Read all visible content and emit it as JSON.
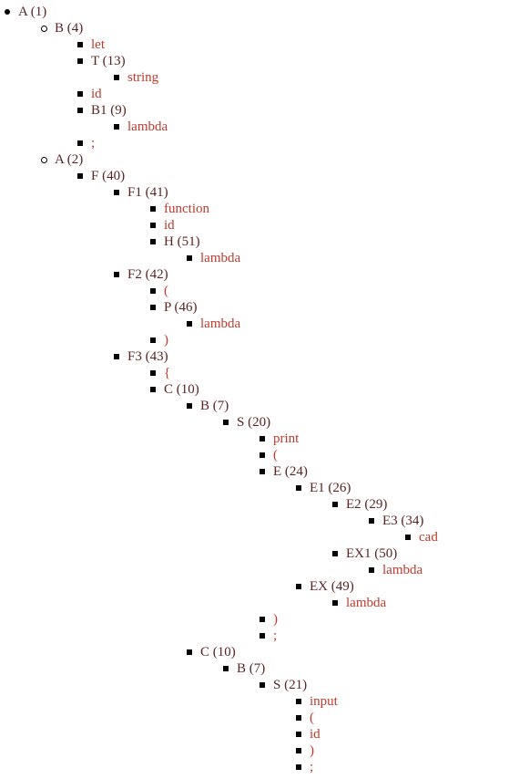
{
  "tree": [
    {
      "label": "A (1)",
      "kind": "nonterminal",
      "depth": 0
    },
    {
      "label": "B (4)",
      "kind": "nonterminal",
      "depth": 1
    },
    {
      "label": "let",
      "kind": "terminal",
      "depth": 2
    },
    {
      "label": "T (13)",
      "kind": "nonterminal",
      "depth": 2
    },
    {
      "label": "string",
      "kind": "terminal",
      "depth": 3
    },
    {
      "label": "id",
      "kind": "terminal",
      "depth": 2
    },
    {
      "label": "B1 (9)",
      "kind": "nonterminal",
      "depth": 2
    },
    {
      "label": "lambda",
      "kind": "terminal",
      "depth": 3
    },
    {
      "label": ";",
      "kind": "terminal",
      "depth": 2
    },
    {
      "label": "A (2)",
      "kind": "nonterminal",
      "depth": 1
    },
    {
      "label": "F (40)",
      "kind": "nonterminal",
      "depth": 2
    },
    {
      "label": "F1 (41)",
      "kind": "nonterminal",
      "depth": 3
    },
    {
      "label": "function",
      "kind": "terminal",
      "depth": 4
    },
    {
      "label": "id",
      "kind": "terminal",
      "depth": 4
    },
    {
      "label": "H (51)",
      "kind": "nonterminal",
      "depth": 4
    },
    {
      "label": "lambda",
      "kind": "terminal",
      "depth": 5
    },
    {
      "label": "F2 (42)",
      "kind": "nonterminal",
      "depth": 3
    },
    {
      "label": "(",
      "kind": "terminal",
      "depth": 4
    },
    {
      "label": "P (46)",
      "kind": "nonterminal",
      "depth": 4
    },
    {
      "label": "lambda",
      "kind": "terminal",
      "depth": 5
    },
    {
      "label": ")",
      "kind": "terminal",
      "depth": 4
    },
    {
      "label": "F3 (43)",
      "kind": "nonterminal",
      "depth": 3
    },
    {
      "label": "{",
      "kind": "terminal",
      "depth": 4
    },
    {
      "label": "C (10)",
      "kind": "nonterminal",
      "depth": 4
    },
    {
      "label": "B (7)",
      "kind": "nonterminal",
      "depth": 5
    },
    {
      "label": "S (20)",
      "kind": "nonterminal",
      "depth": 6
    },
    {
      "label": "print",
      "kind": "terminal",
      "depth": 7
    },
    {
      "label": "(",
      "kind": "terminal",
      "depth": 7
    },
    {
      "label": "E (24)",
      "kind": "nonterminal",
      "depth": 7
    },
    {
      "label": "E1 (26)",
      "kind": "nonterminal",
      "depth": 8
    },
    {
      "label": "E2 (29)",
      "kind": "nonterminal",
      "depth": 9
    },
    {
      "label": "E3 (34)",
      "kind": "nonterminal",
      "depth": 10
    },
    {
      "label": "cad",
      "kind": "terminal",
      "depth": 11
    },
    {
      "label": "EX1 (50)",
      "kind": "nonterminal",
      "depth": 9
    },
    {
      "label": "lambda",
      "kind": "terminal",
      "depth": 10
    },
    {
      "label": "EX (49)",
      "kind": "nonterminal",
      "depth": 8
    },
    {
      "label": "lambda",
      "kind": "terminal",
      "depth": 9
    },
    {
      "label": ")",
      "kind": "terminal",
      "depth": 7
    },
    {
      "label": ";",
      "kind": "terminal",
      "depth": 7
    },
    {
      "label": "C (10)",
      "kind": "nonterminal",
      "depth": 5
    },
    {
      "label": "B (7)",
      "kind": "nonterminal",
      "depth": 6
    },
    {
      "label": "S (21)",
      "kind": "nonterminal",
      "depth": 7
    },
    {
      "label": "input",
      "kind": "terminal",
      "depth": 8
    },
    {
      "label": "(",
      "kind": "terminal",
      "depth": 8
    },
    {
      "label": "id",
      "kind": "terminal",
      "depth": 8
    },
    {
      "label": ")",
      "kind": "terminal",
      "depth": 8
    },
    {
      "label": ";",
      "kind": "terminal",
      "depth": 8
    }
  ]
}
